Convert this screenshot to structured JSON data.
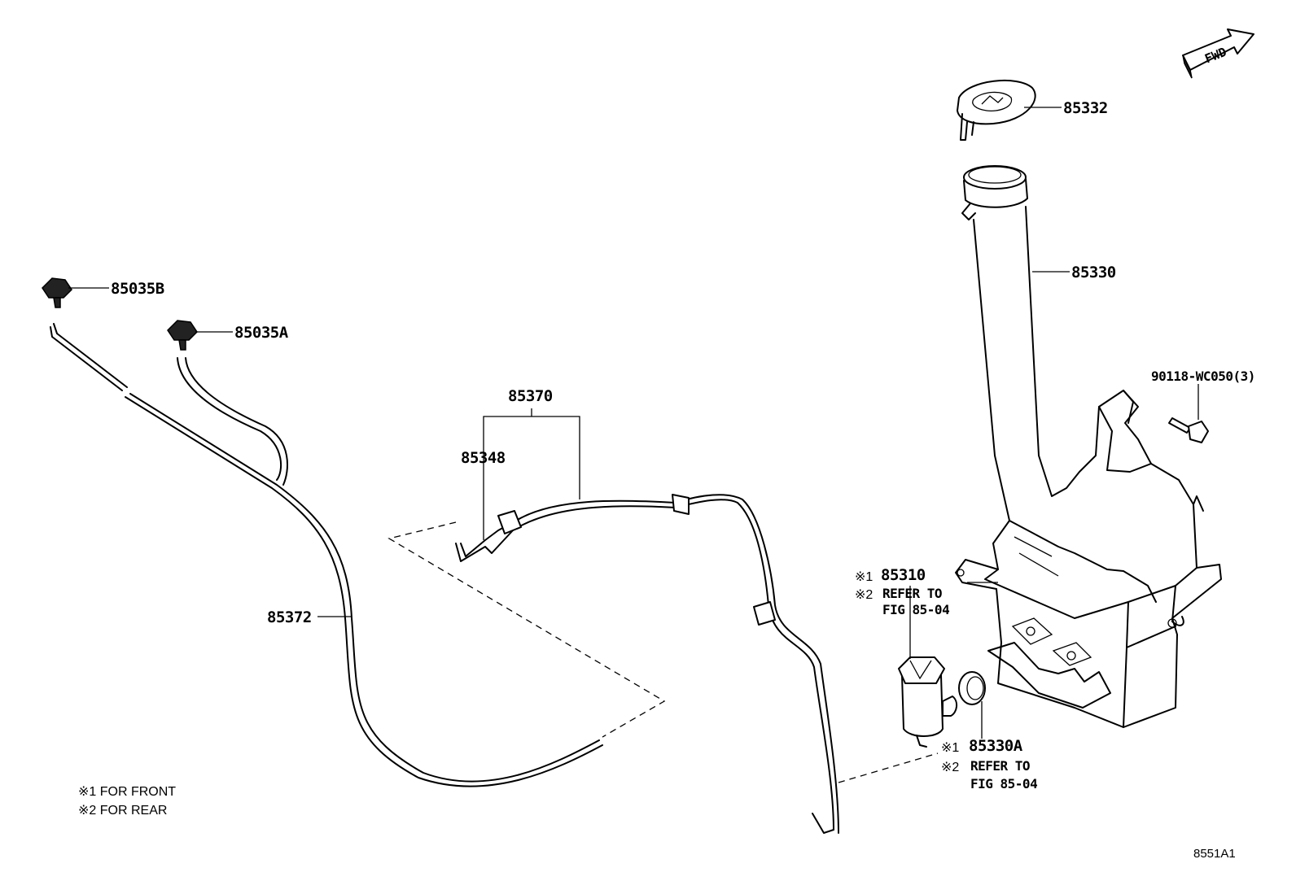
{
  "diagram": {
    "code": "8551A1",
    "fwd_label": "FWD",
    "notes": [
      "※1 FOR FRONT",
      "※2 FOR REAR"
    ],
    "parts": {
      "p85332": "85332",
      "p85330": "85330",
      "p90118": "90118-WC050(3)",
      "p85035B": "85035B",
      "p85035A": "85035A",
      "p85370": "85370",
      "p85348": "85348",
      "p85372": "85372",
      "p85310": {
        "mark1": "※1",
        "number": "85310",
        "mark2": "※2",
        "refer": "REFER TO",
        "fig": "FIG 85-04"
      },
      "p85330A": {
        "mark1": "※1",
        "number": "85330A",
        "mark2": "※2",
        "refer": "REFER TO",
        "fig": "FIG 85-04"
      }
    }
  }
}
